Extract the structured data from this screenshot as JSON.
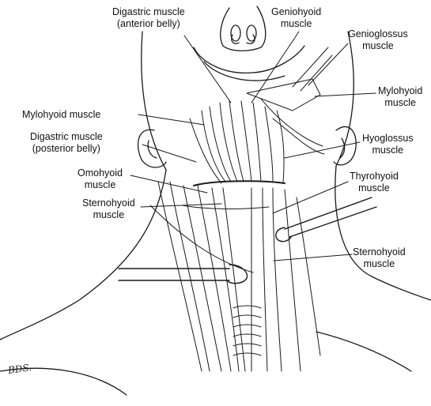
{
  "labels": {
    "digastric_anterior": [
      "Digastric muscle",
      "(anterior belly)"
    ],
    "geniohyoid": [
      "Geniohyoid",
      "muscle"
    ],
    "genioglossus": [
      "Genioglossus",
      "muscle"
    ],
    "mylohyoid_right": [
      "Mylohyoid",
      "muscle"
    ],
    "mylohyoid_left": [
      "Mylohyoid muscle"
    ],
    "digastric_posterior": [
      "Digastric muscle",
      "(posterior belly)"
    ],
    "hyoglossus": [
      "Hyoglossus",
      "muscle"
    ],
    "omohyoid": [
      "Omohyoid",
      "muscle"
    ],
    "thyrohyoid": [
      "Thyrohyoid",
      "muscle"
    ],
    "sternohyoid_left": [
      "Sternohyoid",
      "muscle"
    ],
    "sternohyoid_right": [
      "Sternohyoid",
      "muscle"
    ]
  },
  "signature": "BDS."
}
